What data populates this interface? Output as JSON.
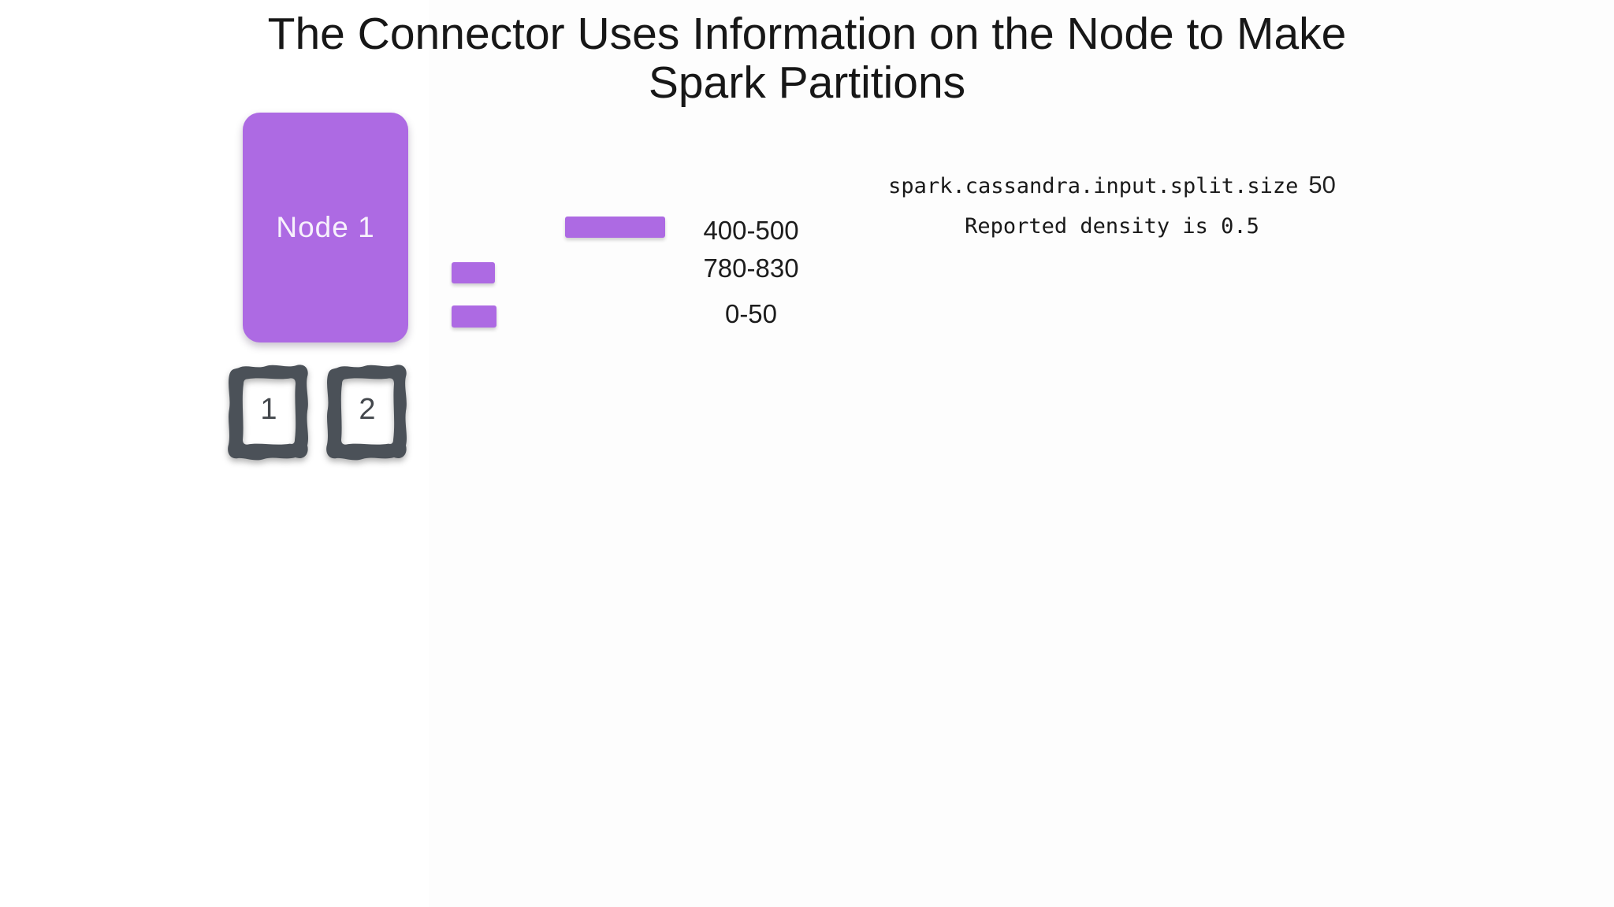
{
  "slide": {
    "title_line1": "The Connector Uses Information on the Node to Make",
    "title_line2": "Spark Partitions"
  },
  "node": {
    "label": "Node 1"
  },
  "tokens": [
    {
      "label": "1"
    },
    {
      "label": "2"
    }
  ],
  "partitions": [
    {
      "range": "400-500"
    },
    {
      "range": "780-830"
    },
    {
      "range": "0-50"
    }
  ],
  "config": {
    "setting_name": "spark.cassandra.input.split.size",
    "setting_value": "50",
    "density_note": "Reported density is 0.5"
  },
  "colors": {
    "partition_purple": "#ad6ae3",
    "token_frame_gray": "#4b5158",
    "text_dark": "#1b1b1b",
    "background": "#ffffff",
    "background_right": "#fdfdfd"
  }
}
